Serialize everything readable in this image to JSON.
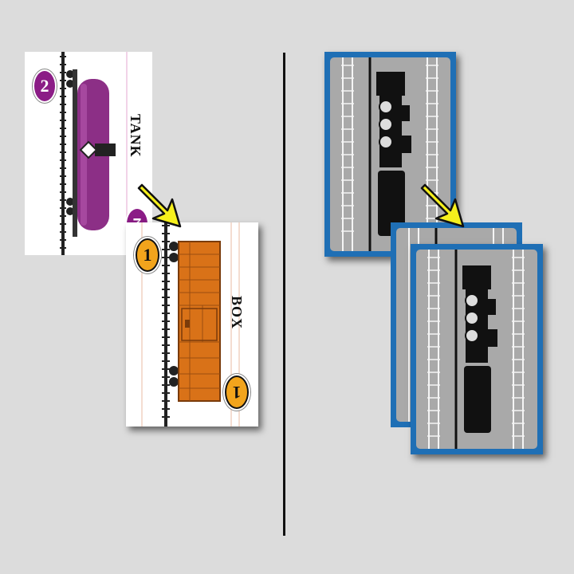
{
  "left_panel": {
    "tank_card": {
      "name": "TANK",
      "value": "2",
      "color": "#8c2f86",
      "badge_color": "#8b1c86"
    },
    "box_card": {
      "name": "BOX",
      "value": "1",
      "color": "#d97218",
      "badge_color": "#f2a41c"
    }
  },
  "right_panel": {
    "card_back_border": "#1f6fb5",
    "card_back_icon": "locomotive-icon"
  },
  "arrow_color": "#f6f01c",
  "divider_color": "#111111"
}
